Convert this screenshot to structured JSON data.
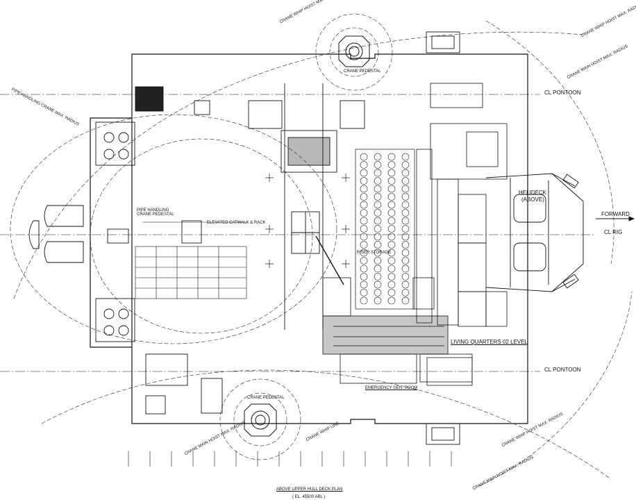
{
  "labels": {
    "cl_pontoon_top": "CL PONTOON",
    "cl_pontoon_bottom": "CL PONTOON",
    "cl_rig": "CL RIG",
    "forward": "FORWARD",
    "helideck": "HELIDECK",
    "helideck_sub": "(ABOVE)",
    "living_quarters": "LIVING QUARTERS 02 LEVEL",
    "plan_title": "ABOVE UPPER HULL DECK PLAN",
    "plan_elevation": "( EL. 45500 ABL )",
    "crane_pedestal_top": "CRANE PEDESTAL",
    "crane_pedestal_bottom": "CRANE PEDESTAL",
    "fire_pedestal": "PIPE HANDLING CRANE PEDESTAL",
    "riser_storage": "RISER STORAGE",
    "elevated_catwalk": "ELEVATED CATWALK & RACK",
    "emergency_room": "EMERGENCY GEN. ROOM",
    "crane_whip_top_left": "CRANE WHIP HOIST MAX. RADIUS",
    "crane_whip_top_right": "CRANE WHIP HOIST MAX. RADIUS",
    "crane_main_hoist_right": "CRANE MAIN HOIST MAX. RADIUS",
    "crane_whip_bottom_left": "CRANE MAIN HOIST MAX. RADIUS",
    "crane_whip_bottom_right": "CRANE WHIP HOIST MAX. RADIUS",
    "crane_whip_line_bottom": "CRANE WHIP LINE",
    "crane_main_hoist_bottom_right": "CRANE MAIN HOIST MAX. RADIUS",
    "pipe_handling_left": "PIPE HANDLING CRANE MAX. RADIUS"
  },
  "colors": {
    "ink": "#111111",
    "background": "#ffffff"
  }
}
